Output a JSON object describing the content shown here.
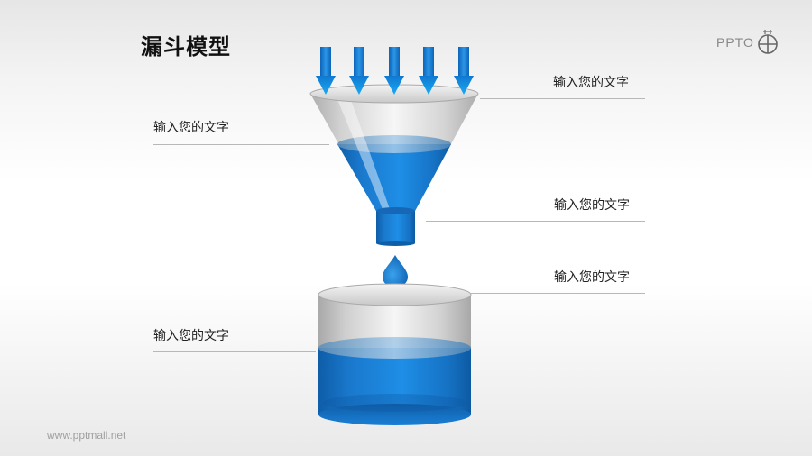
{
  "slide": {
    "title": "漏斗模型",
    "logo_text": "PPTO",
    "footer": "www.pptmall.net"
  },
  "labels": [
    {
      "id": "right-top",
      "text": "输入您的文字"
    },
    {
      "id": "left-upper",
      "text": "输入您的文字"
    },
    {
      "id": "right-middle",
      "text": "输入您的文字"
    },
    {
      "id": "right-lower",
      "text": "输入您的文字"
    },
    {
      "id": "left-lower",
      "text": "输入您的文字"
    }
  ],
  "diagram": {
    "arrow_count": 5,
    "colors": {
      "blue_primary": "#1e7fd8",
      "blue_dark": "#0f5ea8",
      "blue_light": "#1ea4ee",
      "glass_gray": "#d0d0d0",
      "rule_gray": "#b8b8b8",
      "title_text": "#111111",
      "label_text": "#222222",
      "footer_text": "#a0a0a0"
    }
  }
}
